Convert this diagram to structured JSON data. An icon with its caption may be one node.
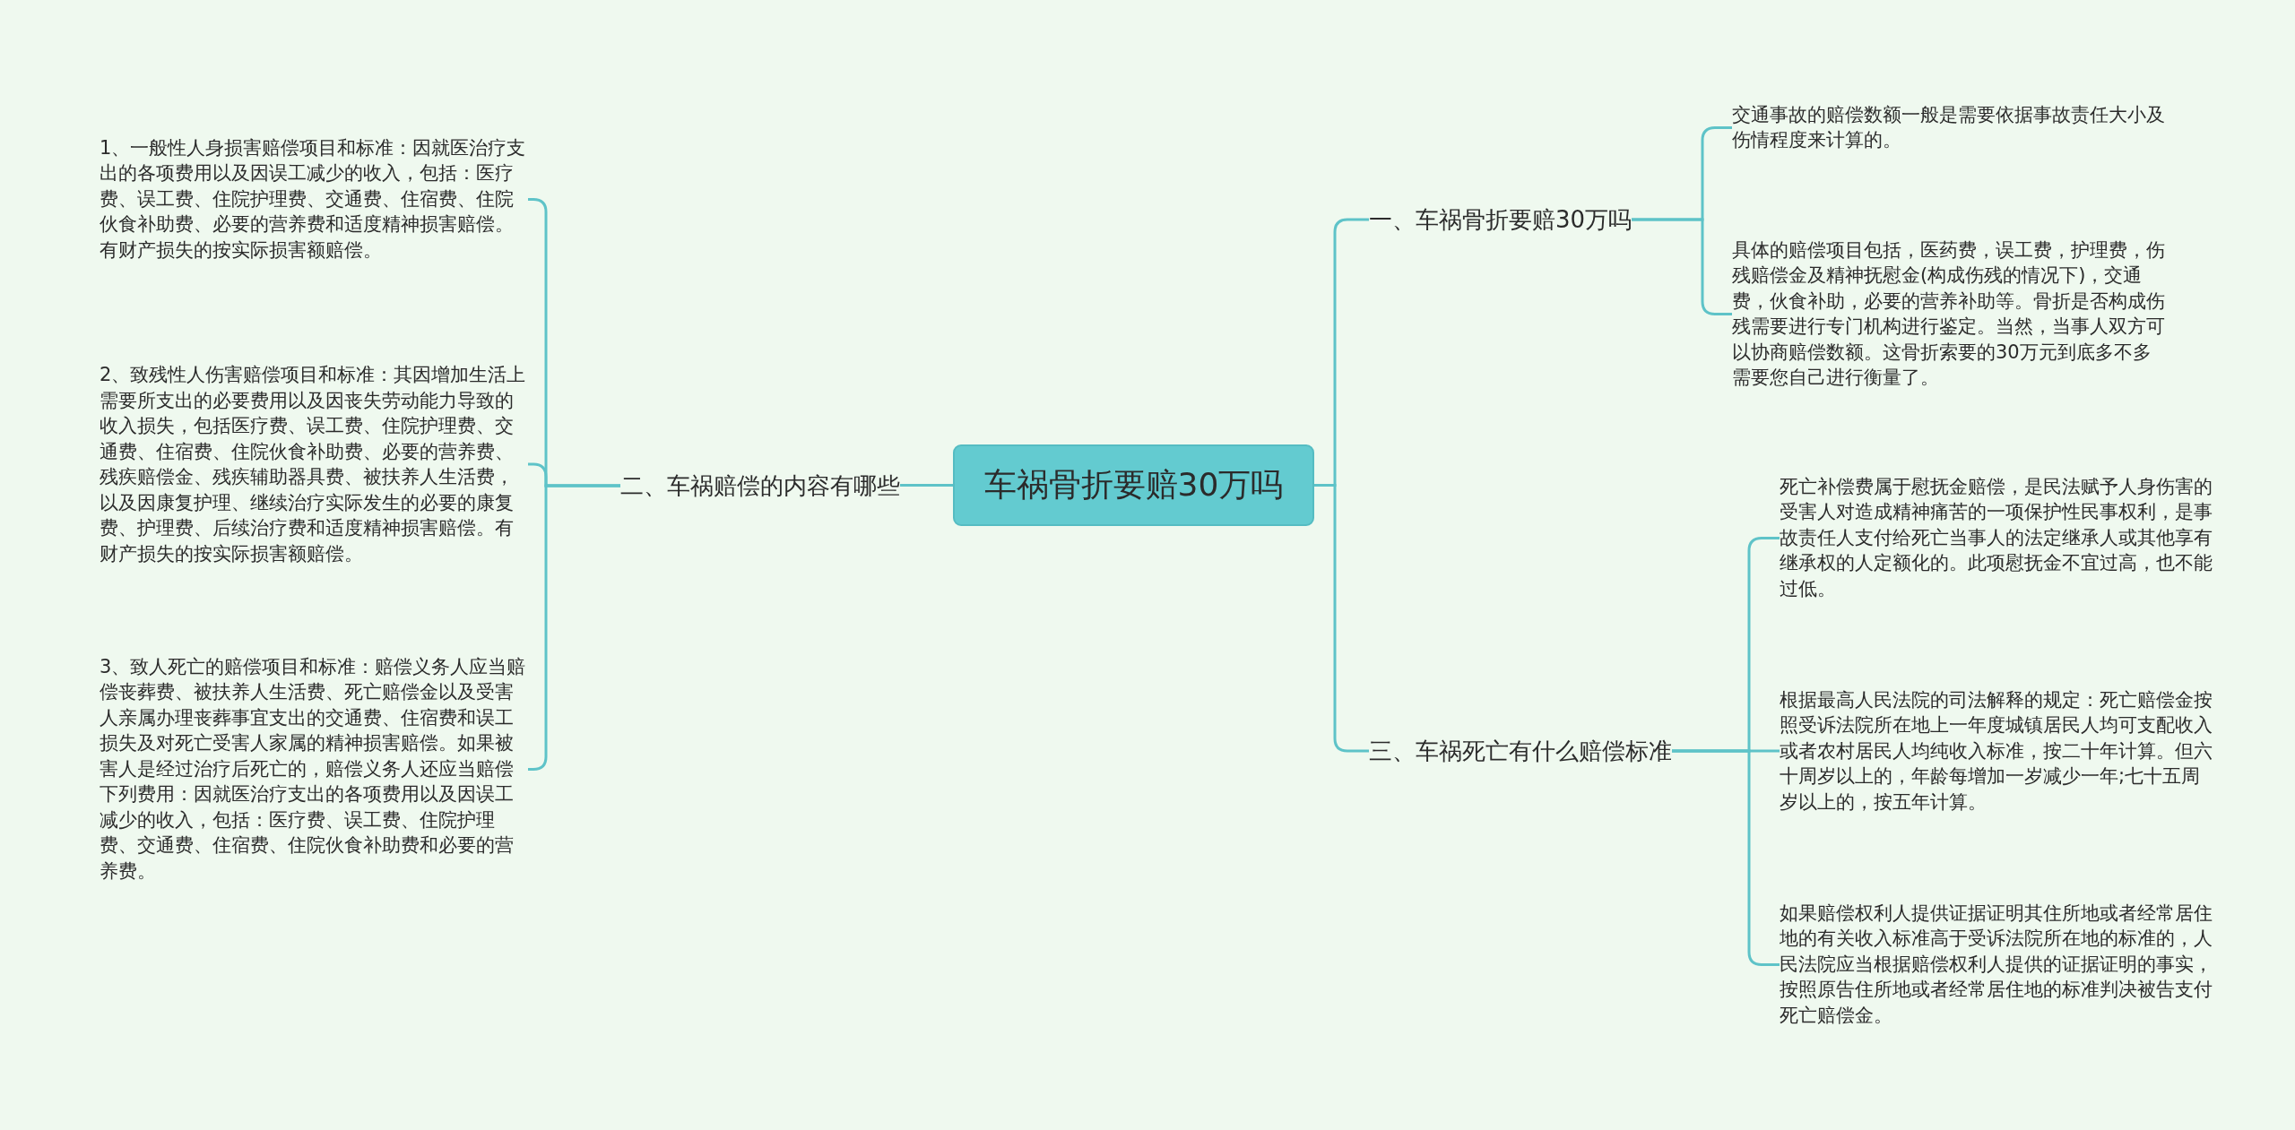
{
  "diagram": {
    "nodes": [
      {
        "text": [
          "车祸骨折要赔30万吗"
        ]
      },
      {
        "text": [
          "一、车祸骨折要赔30万吗"
        ]
      },
      {
        "text": [
          "交通事故的赔偿数额一般是需要依据事故责任大小及伤情程度来计算的。"
        ]
      },
      {
        "text": [
          "具体的赔偿项目包括，医药费，误工费，护理费，伤残赔偿金及精神抚慰金(构成伤残的情况下)，交通费，伙食补助，必要的营养补助等。骨折是否构成伤残需要进行专门机构进行鉴定。当然，当事人双方可以协商赔偿数额。这骨折索要的30万元到底多不多需要您自己进行衡量了。"
        ]
      },
      {
        "text": [
          "三、车祸死亡有什么赔偿标准"
        ]
      },
      {
        "text": [
          "死亡补偿费属于慰抚金赔偿，是民法赋予人身伤害的受害人对造成精神痛苦的一项保护性民事权利，是事故责任人支付给死亡当事人的法定继承人或其他享有继承权的人定额化的。此项慰抚金不宜过高，也不能过低。"
        ]
      },
      {
        "text": [
          "根据最高人民法院的司法解释的规定：死亡赔偿金按照受诉法院所在地上一年度城镇居民人均可支配收入或者农村居民人均纯收入标准，按二十年计算。但六十周岁以上的，年龄每增加一岁减少一年;七十五周岁以上的，按五年计算。"
        ]
      },
      {
        "text": [
          "如果赔偿权利人提供证据证明其住所地或者经常居住地的有关收入标准高于受诉法院所在地的标准的，人民法院应当根据赔偿权利人提供的证据证明的事实，按照原告住所地或者经常居住地的标准判决被告支付死亡赔偿金。"
        ]
      },
      {
        "text": [
          "二、车祸赔偿的内容有哪些"
        ]
      },
      {
        "text": [
          "1、一般性人身损害赔偿项目和标准：因就医治疗支出的各项费用以及因误工减少的收入，包括：医疗费、误工费、住院护理费、交通费、住宿费、住院伙食补助费、必要的营养费和适度精神损害赔偿。有财产损失的按实际损害额赔偿。"
        ]
      },
      {
        "text": [
          "2、致残性人伤害赔偿项目和标准：其因增加生活上需要所支出的必要费用以及因丧失劳动能力导致的收入损失，包括医疗费、误工费、住院护理费、交通费、住宿费、住院伙食补助费、必要的营养费、残疾赔偿金、残疾辅助器具费、被扶养人生活费，以及因康复护理、继续治疗实际发生的必要的康复费、护理费、后续治疗费和适度精神损害赔偿。有财产损失的按实际损害额赔偿。"
        ]
      },
      {
        "text": [
          "3、致人死亡的赔偿项目和标准：赔偿义务人应当赔偿丧葬费、被扶养人生活费、死亡赔偿金以及受害人亲属办理丧葬事宜支出的交通费、住宿费和误工损失及对死亡受害人家属的精神损害赔偿。如果被害人是经过治疗后死亡的，赔偿义务人还应当赔偿下列费用：因就医治疗支出的各项费用以及因误工减少的收入，包括：医疗费、误工费、住院护理费、交通费、住宿费、住院伙食补助费和必要的营养费。"
        ]
      }
    ],
    "edges": [
      {
        "from": 0,
        "to": 1,
        "arrow": "none"
      },
      {
        "from": 1,
        "to": 2,
        "arrow": "none"
      },
      {
        "from": 1,
        "to": 3,
        "arrow": "none"
      },
      {
        "from": 0,
        "to": 4,
        "arrow": "none"
      },
      {
        "from": 4,
        "to": 5,
        "arrow": "none"
      },
      {
        "from": 4,
        "to": 6,
        "arrow": "none"
      },
      {
        "from": 4,
        "to": 7,
        "arrow": "none"
      },
      {
        "from": 0,
        "to": 8,
        "arrow": "none"
      },
      {
        "from": 8,
        "to": 9,
        "arrow": "none"
      },
      {
        "from": 8,
        "to": 10,
        "arrow": "none"
      },
      {
        "from": 8,
        "to": 11,
        "arrow": "none"
      }
    ]
  }
}
